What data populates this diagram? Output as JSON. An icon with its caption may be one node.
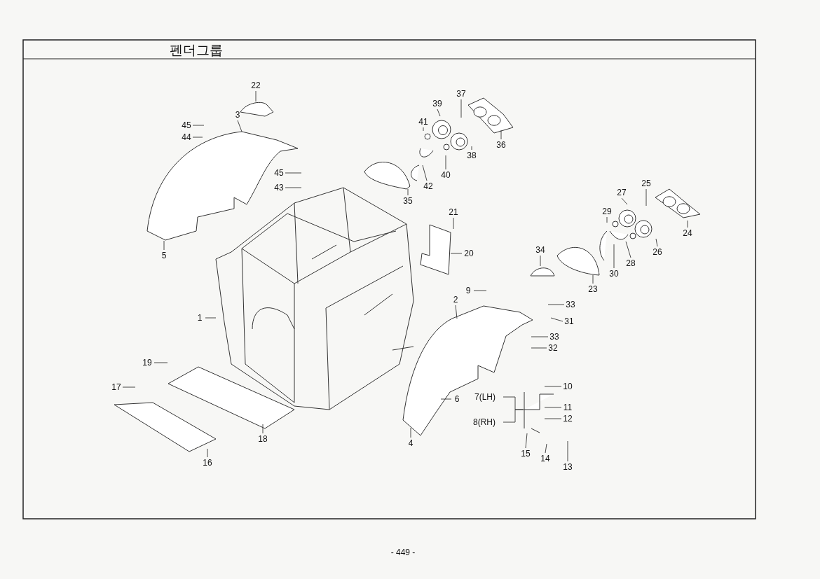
{
  "diagram": {
    "title": "펜더그룹",
    "nodes": [
      {
        "text": [
          "22"
        ]
      },
      {
        "text": [
          "3"
        ]
      },
      {
        "text": [
          "45"
        ]
      },
      {
        "text": [
          "44"
        ]
      },
      {
        "text": [
          "39"
        ]
      },
      {
        "text": [
          "37"
        ]
      },
      {
        "text": [
          "41"
        ]
      },
      {
        "text": [
          "36"
        ]
      },
      {
        "text": [
          "38"
        ]
      },
      {
        "text": [
          "45"
        ]
      },
      {
        "text": [
          "40"
        ]
      },
      {
        "text": [
          "43"
        ]
      },
      {
        "text": [
          "42"
        ]
      },
      {
        "text": [
          "35"
        ]
      },
      {
        "text": [
          "25"
        ]
      },
      {
        "text": [
          "27"
        ]
      },
      {
        "text": [
          "21"
        ]
      },
      {
        "text": [
          "29"
        ]
      },
      {
        "text": [
          "24"
        ]
      },
      {
        "text": [
          "5"
        ]
      },
      {
        "text": [
          "34"
        ]
      },
      {
        "text": [
          "20"
        ]
      },
      {
        "text": [
          "26"
        ]
      },
      {
        "text": [
          "28"
        ]
      },
      {
        "text": [
          "30"
        ]
      },
      {
        "text": [
          "23"
        ]
      },
      {
        "text": [
          "9"
        ]
      },
      {
        "text": [
          "2"
        ]
      },
      {
        "text": [
          "33"
        ]
      },
      {
        "text": [
          "31"
        ]
      },
      {
        "text": [
          "1"
        ]
      },
      {
        "text": [
          "33"
        ]
      },
      {
        "text": [
          "32"
        ]
      },
      {
        "text": [
          "19"
        ]
      },
      {
        "text": [
          "10"
        ]
      },
      {
        "text": [
          "17"
        ]
      },
      {
        "text": [
          "6"
        ]
      },
      {
        "text": [
          "7(LH)"
        ]
      },
      {
        "text": [
          "11"
        ]
      },
      {
        "text": [
          "12"
        ]
      },
      {
        "text": [
          "8(RH)"
        ]
      },
      {
        "text": [
          "4"
        ]
      },
      {
        "text": [
          "18"
        ]
      },
      {
        "text": [
          "15"
        ]
      },
      {
        "text": [
          "14"
        ]
      },
      {
        "text": [
          "13"
        ]
      },
      {
        "text": [
          "16"
        ]
      }
    ],
    "edges": [
      {
        "from": 0,
        "to": null,
        "arrow": "none"
      },
      {
        "from": 1,
        "to": null,
        "arrow": "none"
      },
      {
        "from": 2,
        "to": null,
        "arrow": "none"
      },
      {
        "from": 3,
        "to": null,
        "arrow": "none"
      },
      {
        "from": 4,
        "to": null,
        "arrow": "none"
      },
      {
        "from": 5,
        "to": null,
        "arrow": "none"
      },
      {
        "from": 6,
        "to": null,
        "arrow": "none"
      },
      {
        "from": 7,
        "to": null,
        "arrow": "none"
      },
      {
        "from": 8,
        "to": null,
        "arrow": "none"
      },
      {
        "from": 9,
        "to": null,
        "arrow": "none"
      },
      {
        "from": 10,
        "to": null,
        "arrow": "none"
      },
      {
        "from": 11,
        "to": null,
        "arrow": "none"
      },
      {
        "from": 12,
        "to": null,
        "arrow": "none"
      },
      {
        "from": 13,
        "to": null,
        "arrow": "none"
      },
      {
        "from": 14,
        "to": null,
        "arrow": "none"
      },
      {
        "from": 15,
        "to": null,
        "arrow": "none"
      },
      {
        "from": 16,
        "to": null,
        "arrow": "none"
      },
      {
        "from": 17,
        "to": null,
        "arrow": "none"
      },
      {
        "from": 18,
        "to": null,
        "arrow": "none"
      },
      {
        "from": 19,
        "to": null,
        "arrow": "none"
      },
      {
        "from": 20,
        "to": null,
        "arrow": "none"
      },
      {
        "from": 21,
        "to": null,
        "arrow": "none"
      },
      {
        "from": 22,
        "to": null,
        "arrow": "none"
      },
      {
        "from": 23,
        "to": null,
        "arrow": "none"
      },
      {
        "from": 24,
        "to": null,
        "arrow": "none"
      },
      {
        "from": 25,
        "to": null,
        "arrow": "none"
      },
      {
        "from": 26,
        "to": null,
        "arrow": "none"
      },
      {
        "from": 27,
        "to": null,
        "arrow": "none"
      },
      {
        "from": 28,
        "to": null,
        "arrow": "none"
      },
      {
        "from": 29,
        "to": null,
        "arrow": "none"
      },
      {
        "from": 30,
        "to": null,
        "arrow": "none"
      },
      {
        "from": 31,
        "to": null,
        "arrow": "none"
      },
      {
        "from": 32,
        "to": null,
        "arrow": "none"
      },
      {
        "from": 33,
        "to": null,
        "arrow": "none"
      },
      {
        "from": 34,
        "to": null,
        "arrow": "none"
      },
      {
        "from": 35,
        "to": null,
        "arrow": "none"
      },
      {
        "from": 36,
        "to": null,
        "arrow": "none"
      },
      {
        "from": 37,
        "to": null,
        "arrow": "none"
      },
      {
        "from": 38,
        "to": null,
        "arrow": "none"
      },
      {
        "from": 39,
        "to": null,
        "arrow": "none"
      },
      {
        "from": 40,
        "to": null,
        "arrow": "none"
      },
      {
        "from": 41,
        "to": null,
        "arrow": "none"
      },
      {
        "from": 42,
        "to": null,
        "arrow": "none"
      },
      {
        "from": 43,
        "to": null,
        "arrow": "none"
      },
      {
        "from": 44,
        "to": null,
        "arrow": "none"
      },
      {
        "from": 45,
        "to": null,
        "arrow": "none"
      },
      {
        "from": 46,
        "to": null,
        "arrow": "none"
      }
    ],
    "labels": [
      "- 449 -"
    ]
  }
}
